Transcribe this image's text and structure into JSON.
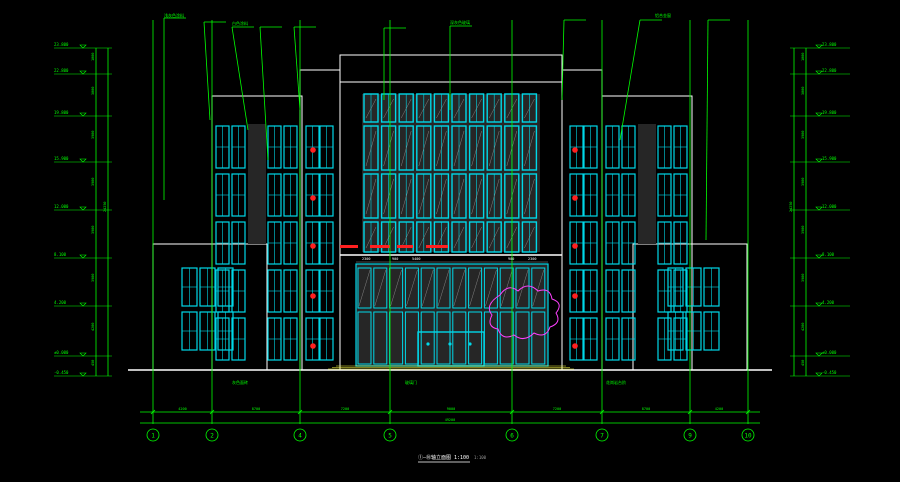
{
  "colors": {
    "background": "#000000",
    "dim_green": "#00ff00",
    "window_cyan": "#00d8e8",
    "wall_white": "#ffffff",
    "glass_dark": "#262626",
    "grey_line": "#9a9a9a",
    "mark_red": "#ff2020",
    "cloud_magenta": "#ff40ff",
    "level_yellow": "#ffff40"
  },
  "drawing": {
    "title": "①–⑩轴立面图 1:100",
    "scale_note": "1:100"
  },
  "axes": [
    "1",
    "2",
    "4",
    "5",
    "6",
    "7",
    "9",
    "10"
  ],
  "axis_spacings": [
    "4200",
    "8700",
    "7200",
    "9000",
    "7200",
    "8700",
    "4200"
  ],
  "total_length": "49200",
  "segment_labels": [
    {
      "text": "2300",
      "name": "glass-dim-1"
    },
    {
      "text": "900",
      "name": "glass-dim-2"
    },
    {
      "text": "5400",
      "name": "glass-dim-3"
    },
    {
      "text": "900",
      "name": "glass-dim-4"
    },
    {
      "text": "2300",
      "name": "glass-dim-5"
    }
  ],
  "levels_left": [
    {
      "text": "23.800",
      "name": "level-roof-parapet"
    },
    {
      "text": "22.800",
      "name": "level-roof"
    },
    {
      "text": "19.800",
      "name": "level-6"
    },
    {
      "text": "15.900",
      "name": "level-5"
    },
    {
      "text": "12.000",
      "name": "level-4"
    },
    {
      "text": "8.100",
      "name": "level-3"
    },
    {
      "text": "4.200",
      "name": "level-2"
    },
    {
      "text": "±0.000",
      "name": "level-ground"
    },
    {
      "text": "-0.450",
      "name": "level-outdoor"
    }
  ],
  "side_dims": [
    "1000",
    "3000",
    "3900",
    "3900",
    "3900",
    "3900",
    "4200",
    "450"
  ],
  "side_total": "24250",
  "callouts": [
    "浅灰色涂料",
    "白色涂料",
    "深灰色玻璃",
    "铝合金窗"
  ],
  "bottom_notes": [
    "灰色面砖",
    "玻璃门",
    "花岗岩台阶"
  ]
}
